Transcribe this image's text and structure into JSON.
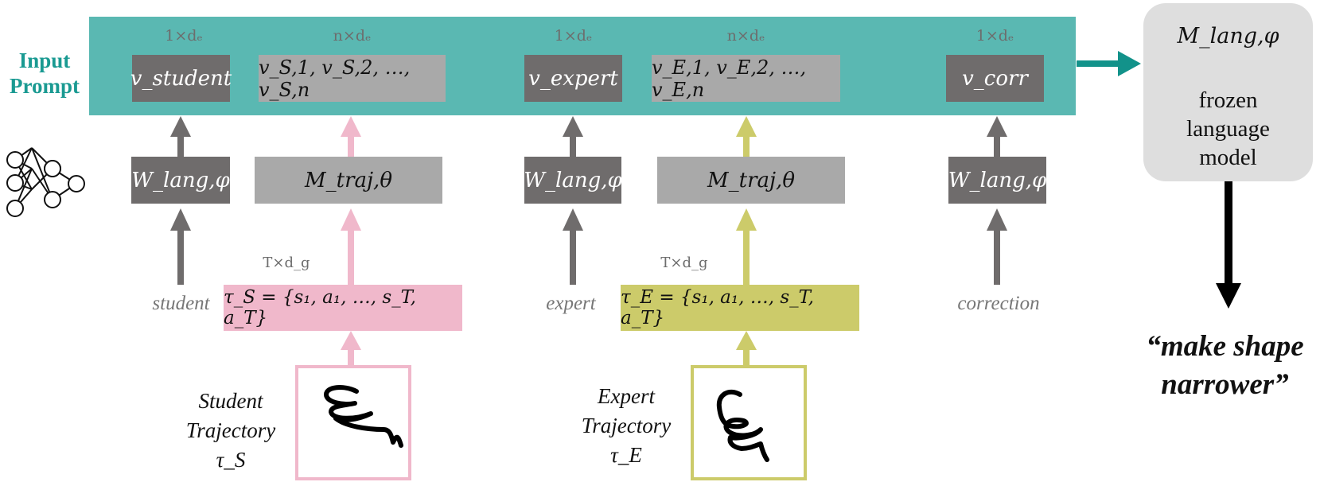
{
  "prompt": {
    "label_line1": "Input",
    "label_line2": "Prompt"
  },
  "dims": {
    "student_token": "1×dₑ",
    "student_seq": "n×dₑ",
    "expert_token": "1×dₑ",
    "expert_seq": "n×dₑ",
    "corr_token": "1×dₑ",
    "student_traj": "T×d_g",
    "expert_traj": "T×d_g"
  },
  "tokens": {
    "student": "v_student",
    "student_seq": "v_S,1, v_S,2, …, v_S,n",
    "expert": "v_expert",
    "expert_seq": "v_E,1, v_E,2, …, v_E,n",
    "corr": "v_corr"
  },
  "encoders": {
    "lang_student": "W_lang,φ",
    "traj_student": "M_traj,θ",
    "lang_expert": "W_lang,φ",
    "traj_expert": "M_traj,θ",
    "lang_corr": "W_lang,φ"
  },
  "inputs": {
    "student": "student",
    "expert": "expert",
    "correction": "correction"
  },
  "trajectories": {
    "student_formula": "τ_S = {s₁, a₁, …, s_T, a_T}",
    "expert_formula": "τ_E = {s₁, a₁, …, s_T, a_T}",
    "student_caption_1": "Student",
    "student_caption_2": "Trajectory",
    "student_caption_3": "τ_S",
    "expert_caption_1": "Expert",
    "expert_caption_2": "Trajectory",
    "expert_caption_3": "τ_E"
  },
  "language_model": {
    "title": "M_lang,φ",
    "desc_1": "frozen",
    "desc_2": "language",
    "desc_3": "model"
  },
  "output": {
    "line1": "“make shape",
    "line2": "narrower”"
  },
  "colors": {
    "teal": "#5ab8b2",
    "teal_dark": "#12928a",
    "pink": "#f0b8cb",
    "olive": "#cccb6a",
    "gray_dark": "#6f6c6c",
    "gray_light": "#a9a9a9",
    "lm_bg": "#dedede"
  },
  "icons": {
    "network": "neural-network-icon"
  }
}
